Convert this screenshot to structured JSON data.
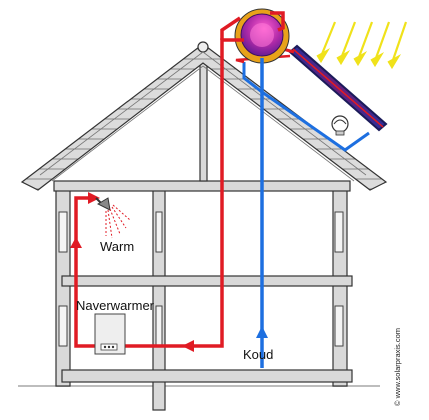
{
  "labels": {
    "warm": "Warm",
    "naverwarmer": "Naverwarmer",
    "koud": "Koud",
    "credit": "© www.solarpraxis.com"
  },
  "colors": {
    "hot": "#e01b24",
    "cold": "#1d6fe0",
    "wall": "#d8d8d8",
    "outline": "#333333",
    "sun_rays": "#f0e21a",
    "collector": "#4b1a78",
    "tank_gold": "#e8a21a"
  },
  "icons": {
    "shower": "shower-head-icon",
    "heater": "instant-water-heater-icon",
    "pump": "pump-icon",
    "tank": "solar-storage-tank-icon",
    "collector": "solar-collector-icon",
    "sun": "sun-rays-icon"
  }
}
